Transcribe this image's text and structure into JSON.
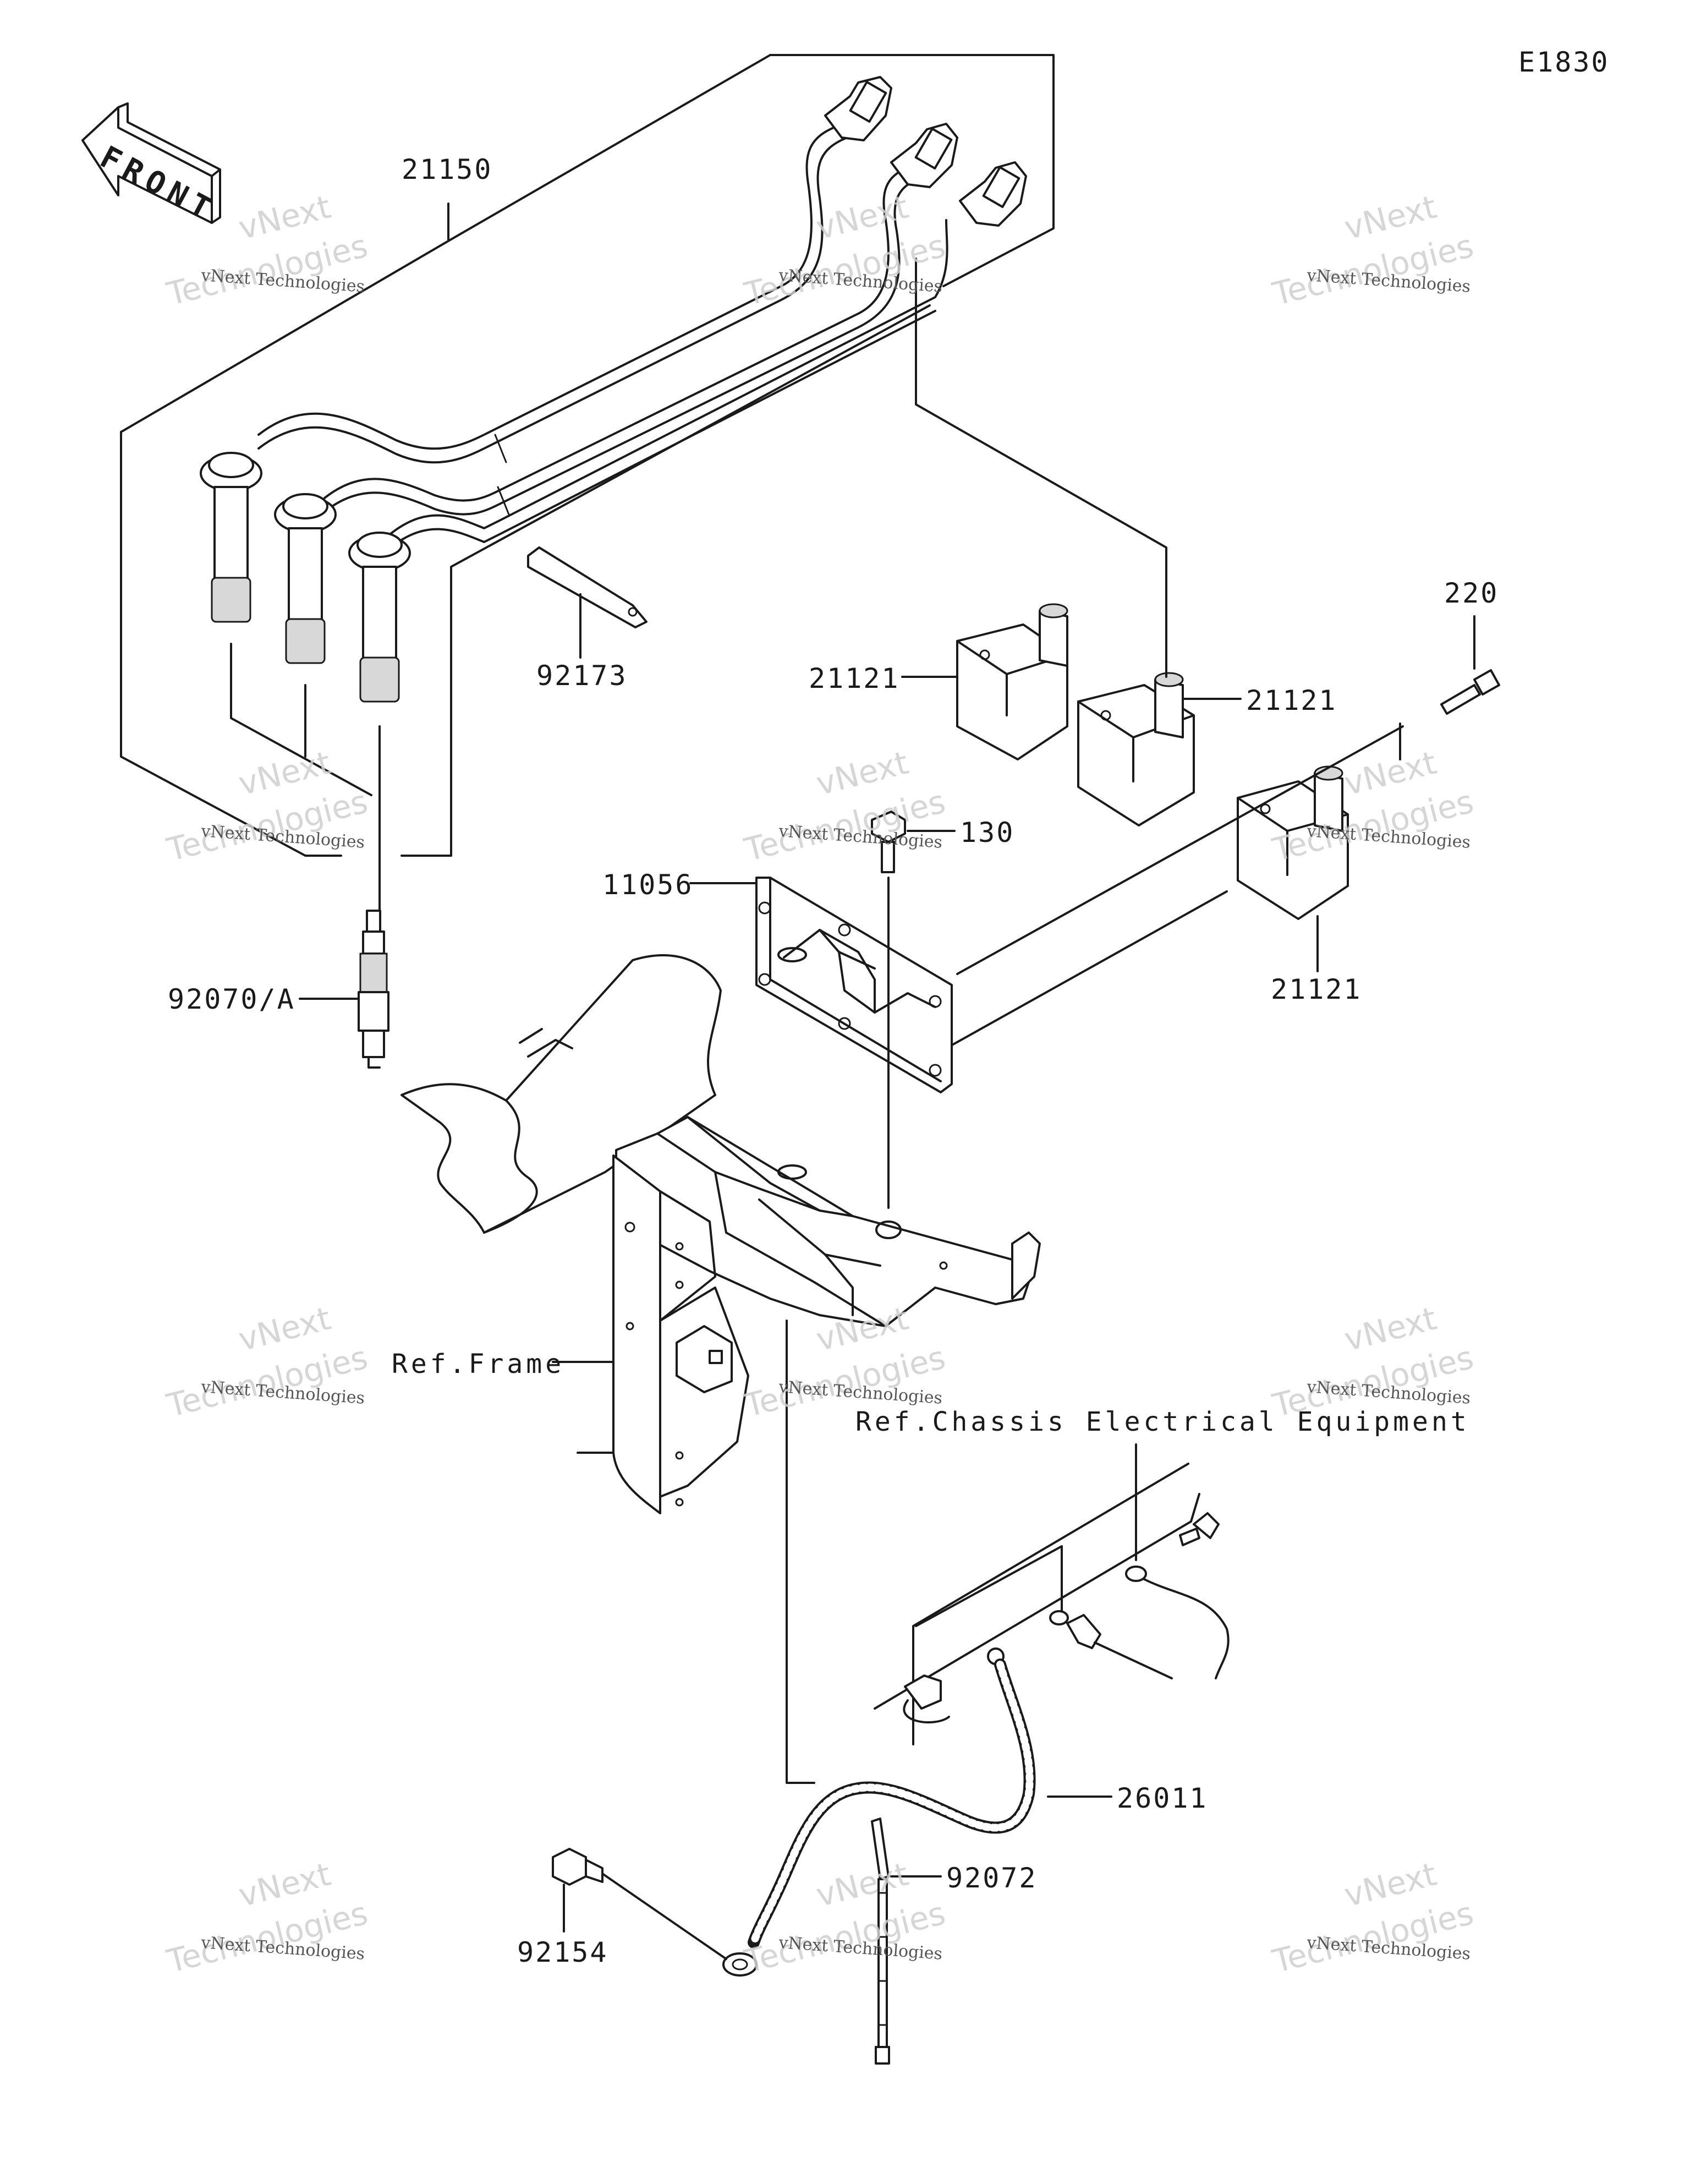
{
  "diagram_code": "E1830",
  "front_label": "FRONT",
  "watermark": {
    "small": "vNext Technologies",
    "big": "Technologies",
    "top": "vNext"
  },
  "labels": {
    "p21150": "21150",
    "p92173": "92173",
    "p21121_a": "21121",
    "p21121_b": "21121",
    "p21121_c": "21121",
    "p220": "220",
    "p130": "130",
    "p11056": "11056",
    "p92070A": "92070/A",
    "ref_frame": "Ref.Frame",
    "ref_chassis": "Ref.Chassis Electrical Equipment",
    "p26011": "26011",
    "p92072": "92072",
    "p92154": "92154"
  }
}
